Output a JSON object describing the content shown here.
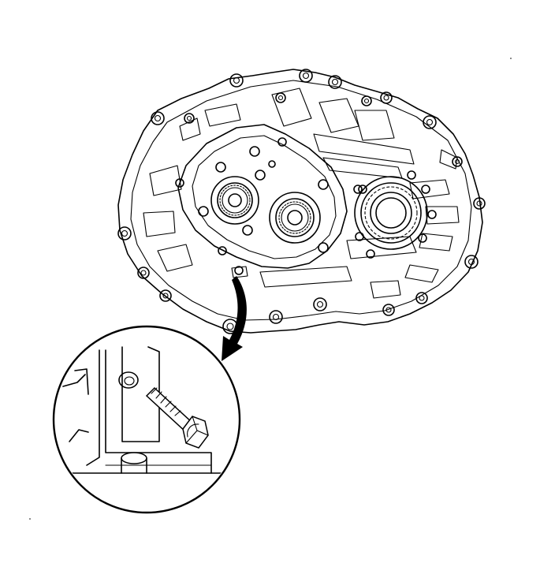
{
  "figure": {
    "subject": "transmission-case-bolt-removal",
    "icons": [
      "transmission-case",
      "callout-arrow",
      "detail-magnifier",
      "hex-bolt"
    ],
    "colors": {
      "line": "#000000",
      "background": "#ffffff"
    }
  }
}
